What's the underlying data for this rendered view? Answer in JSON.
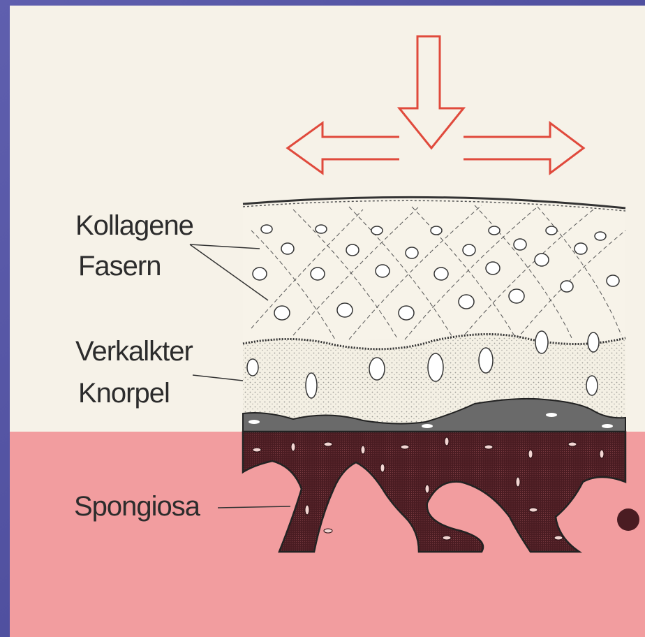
{
  "labels": {
    "collagen_1": "Kollagene",
    "collagen_2": "Fasern",
    "calcified_1": "Verkalkter",
    "calcified_2": "Knorpel",
    "spongiosa": "Spongiosa"
  },
  "colors": {
    "arrow": "#e04a3c",
    "page": "#f6f2e8",
    "overlay": "#f08a8f",
    "bone": "#5e2a2e",
    "subchondral": "#6a6a6a",
    "frame": "#4d4d9c"
  }
}
